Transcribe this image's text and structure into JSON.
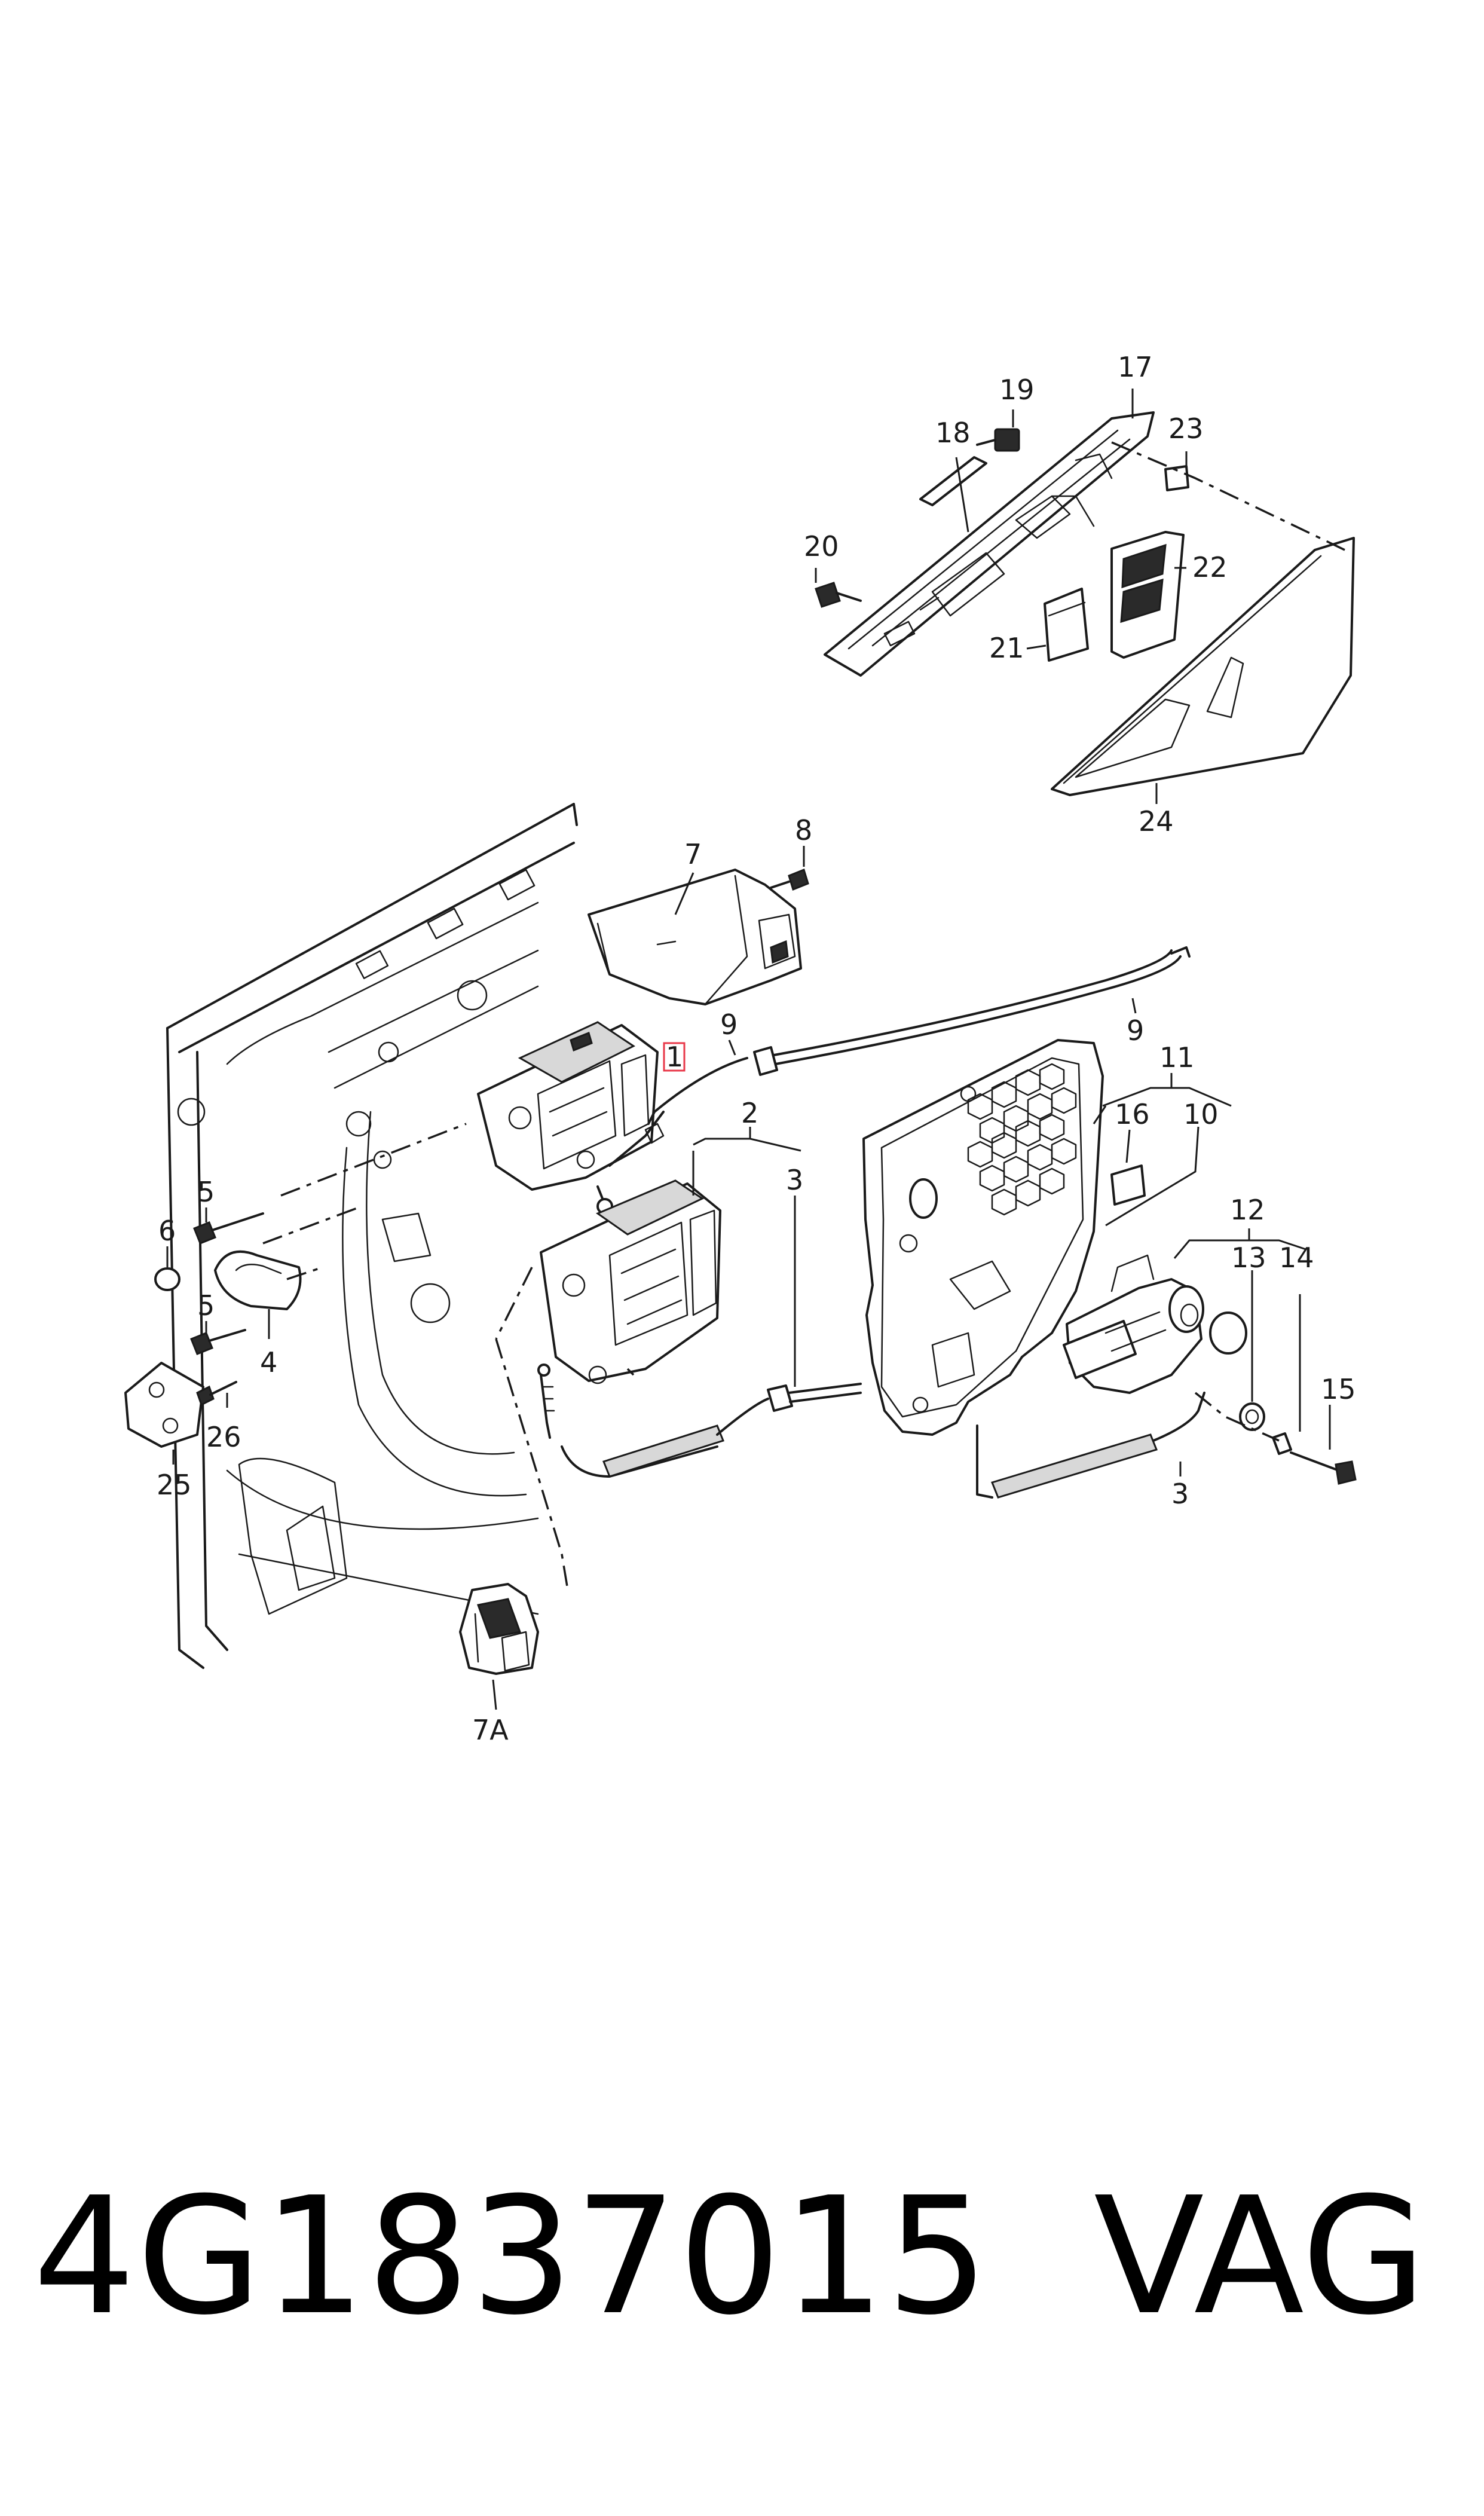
{
  "diagram": {
    "callouts": {
      "c1": "1",
      "c2": "2",
      "c3a": "3",
      "c3b": "3",
      "c4": "4",
      "c5a": "5",
      "c5b": "5",
      "c6": "6",
      "c7": "7",
      "c7a": "7A",
      "c8": "8",
      "c9a": "9",
      "c9b": "9",
      "c10": "10",
      "c11": "11",
      "c12": "12",
      "c13": "13",
      "c14": "14",
      "c15": "15",
      "c16": "16",
      "c17": "17",
      "c18": "18",
      "c19": "19",
      "c20": "20",
      "c21": "21",
      "c22": "22",
      "c23": "23",
      "c24": "24",
      "c25": "25",
      "c26": "26"
    },
    "highlight_color": "#e8394a"
  },
  "footer": {
    "part_number": "4G1837015",
    "brand": "VAG"
  }
}
